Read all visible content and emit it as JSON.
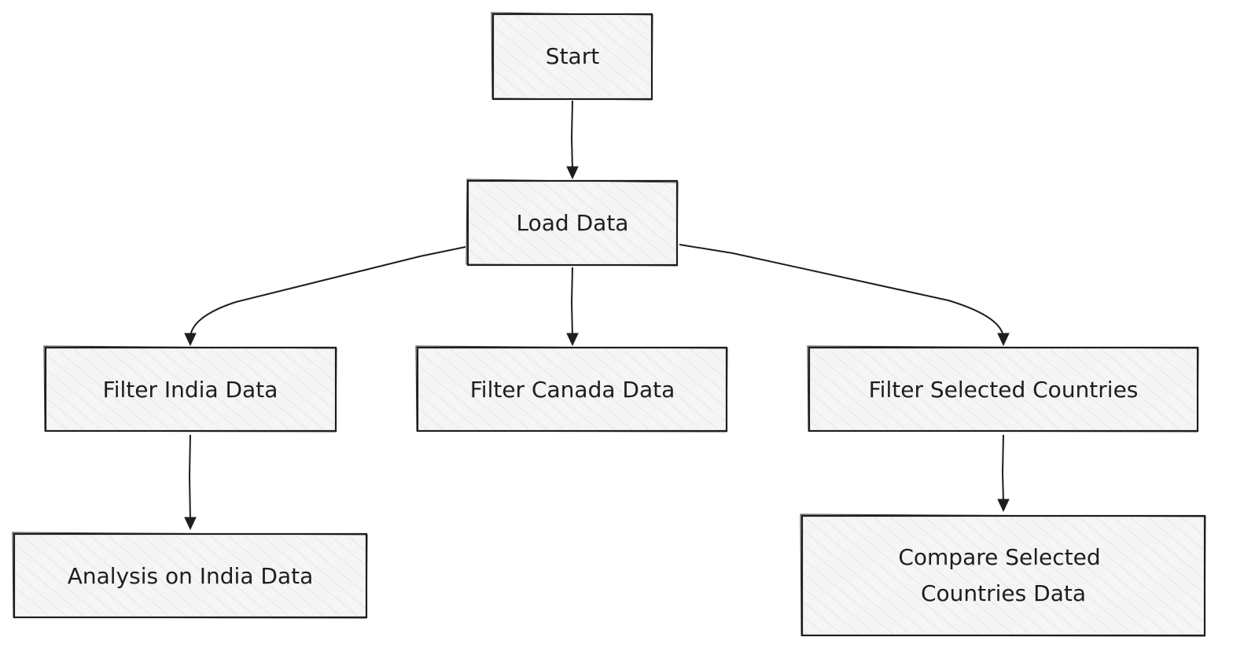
{
  "diagram": {
    "type": "flowchart",
    "nodes": {
      "start": {
        "label": "Start"
      },
      "load": {
        "label": "Load Data"
      },
      "filter_india": {
        "label": "Filter India Data"
      },
      "filter_canada": {
        "label": "Filter Canada Data"
      },
      "filter_selected": {
        "label": "Filter Selected Countries"
      },
      "analysis_india": {
        "label": "Analysis on India Data"
      },
      "compare_line1": {
        "label": "Compare Selected"
      },
      "compare_line2": {
        "label": "Countries Data"
      }
    },
    "edges": [
      {
        "from": "start",
        "to": "load"
      },
      {
        "from": "load",
        "to": "filter_india"
      },
      {
        "from": "load",
        "to": "filter_canada"
      },
      {
        "from": "load",
        "to": "filter_selected"
      },
      {
        "from": "filter_india",
        "to": "analysis_india"
      },
      {
        "from": "filter_selected",
        "to": "compare_selected"
      }
    ],
    "colors": {
      "node_fill": "#f5f5f5",
      "stroke": "#1e1e1e",
      "background": "#ffffff"
    }
  }
}
